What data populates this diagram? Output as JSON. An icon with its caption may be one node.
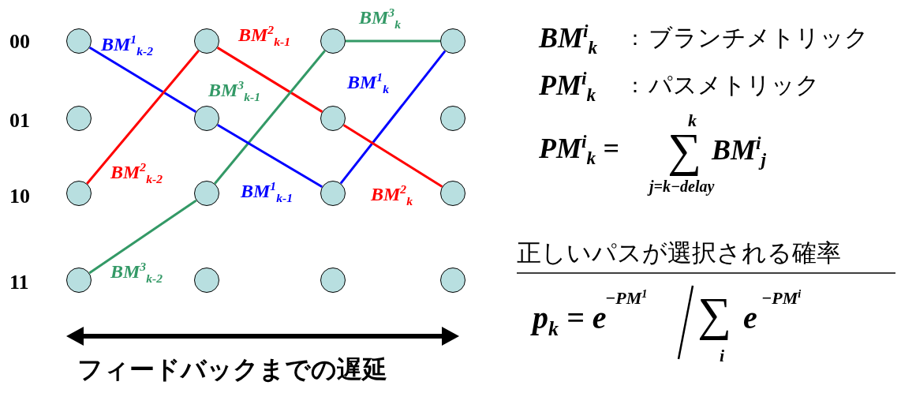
{
  "diagram": {
    "nodes": [
      {
        "text": [],
        "shape": "circle"
      },
      {
        "text": [],
        "shape": "circle"
      },
      {
        "text": [],
        "shape": "circle"
      },
      {
        "text": [],
        "shape": "circle"
      },
      {
        "text": [],
        "shape": "circle"
      },
      {
        "text": [],
        "shape": "circle"
      },
      {
        "text": [],
        "shape": "circle"
      },
      {
        "text": [],
        "shape": "circle"
      },
      {
        "text": [],
        "shape": "circle"
      },
      {
        "text": [],
        "shape": "circle"
      },
      {
        "text": [],
        "shape": "circle"
      },
      {
        "text": [],
        "shape": "circle"
      },
      {
        "text": [],
        "shape": "circle"
      },
      {
        "text": [],
        "shape": "circle"
      },
      {
        "text": [],
        "shape": "circle"
      },
      {
        "text": [],
        "shape": "circle"
      }
    ],
    "edges": [
      {
        "from": 0,
        "to": 5,
        "arrow": "none",
        "label": "BM$^{1}$$_{k-2}$",
        "color": "#0000ff"
      },
      {
        "from": 8,
        "to": 1,
        "arrow": "none",
        "label": "BM$^{2}$$_{k-2}$",
        "color": "#ff0000"
      },
      {
        "from": 12,
        "to": 9,
        "arrow": "none",
        "label": "BM$^{3}$$_{k-2}$",
        "color": "#339966"
      },
      {
        "from": 1,
        "to": 6,
        "arrow": "none",
        "label": "BM$^{2}$$_{k-1}$",
        "color": "#ff0000"
      },
      {
        "from": 9,
        "to": 2,
        "arrow": "none",
        "label": "BM$^{3}$$_{k-1}$",
        "color": "#339966"
      },
      {
        "from": 5,
        "to": 10,
        "arrow": "none",
        "label": "BM$^{1}$$_{k-1}$",
        "color": "#0000ff"
      },
      {
        "from": 2,
        "to": 3,
        "arrow": "none",
        "label": "BM$^{3}$$_{k}$",
        "color": "#339966"
      },
      {
        "from": 10,
        "to": 3,
        "arrow": "none",
        "label": "BM$^{1}$$_{k}$",
        "color": "#0000ff"
      },
      {
        "from": 6,
        "to": 11,
        "arrow": "none",
        "label": "BM$^{2}$$_{k}$",
        "color": "#ff0000"
      }
    ],
    "labels": [
      "00",
      "01",
      "10",
      "11",
      "フィードバックまでの遅延",
      "BM$^{i}$$_{k}$",
      "：",
      "ブランチメトリック",
      "PM$^{i}$$_{k}$",
      "：",
      "パスメトリック",
      "PM$^{i}$$_{k}$ =",
      "k",
      "∑",
      "BM$^{i}$$_{j}$",
      "j=k−delay",
      "正しいパスが選択される確率",
      "p$_{k}$ = e",
      "−PM$^{1}$",
      "∑",
      "i",
      "e",
      "−PM$^{i}$"
    ]
  }
}
